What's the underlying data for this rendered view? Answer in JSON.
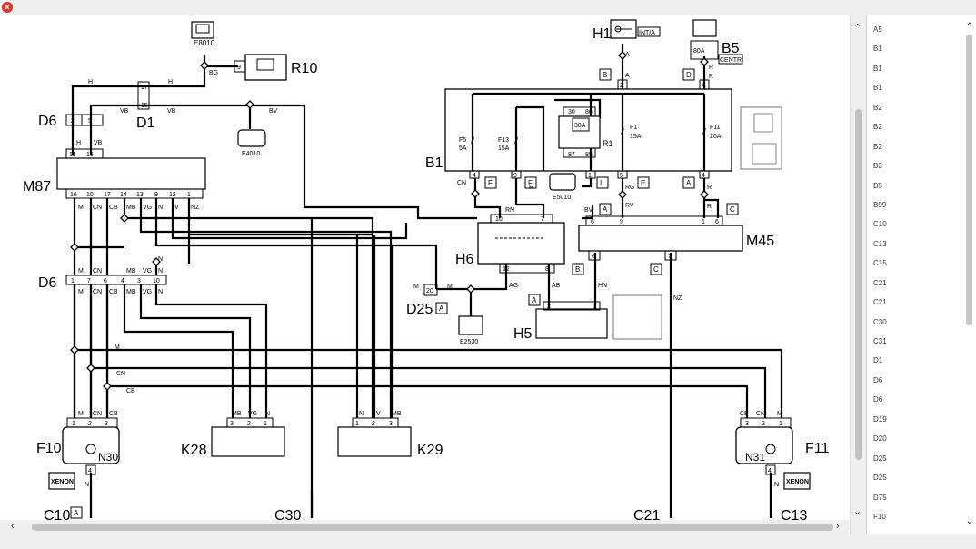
{
  "window": {
    "close_glyph": "×"
  },
  "labels": {
    "E8010": "E8010",
    "R10": "R10",
    "H1": "H1",
    "INTA": "INT/A",
    "B5": "B5",
    "CENTR": "CENTR",
    "A80": "80A",
    "D6a": "D6",
    "D1": "D1",
    "E4010": "E4010",
    "B1": "B1",
    "F5": "F5",
    "F5a": "5A",
    "F13": "F13",
    "F13a": "15A",
    "A30": "30A",
    "R1": "R1",
    "F1": "F1",
    "F1a": "15A",
    "F11": "F11",
    "F11a": "20A",
    "E5010": "E5010",
    "M87": "M87",
    "H6": "H6",
    "M45": "M45",
    "D6b": "D6",
    "D25": "D25",
    "E2530": "E2530",
    "H5": "H5",
    "F10": "F10",
    "N30": "N30",
    "K28": "K28",
    "K29": "K29",
    "F11b": "F11",
    "N31": "N31",
    "XENON": "XENON",
    "C10": "C10",
    "C30": "C30",
    "C21": "C21",
    "C13": "C13"
  },
  "wire_codes": {
    "H": "H",
    "VB": "VB",
    "BG": "BG",
    "BV": "BV",
    "A": "A",
    "R": "R",
    "CN": "CN",
    "RN": "RN",
    "RG": "RG",
    "RV": "RV",
    "M": "M",
    "CB": "CB",
    "MB": "MB",
    "VG": "VG",
    "N": "N",
    "V": "V",
    "NZ": "NZ",
    "AG": "AG",
    "AB": "AB",
    "HN": "HN"
  },
  "pins": {
    "p1": "1",
    "p2": "2",
    "p3": "3",
    "p4": "4",
    "p5": "5",
    "p6": "6",
    "p7": "7",
    "p8": "8",
    "p9": "9",
    "p10": "10",
    "p11": "11",
    "p12": "12",
    "p13": "13",
    "p14": "14",
    "p15": "15",
    "p16": "16",
    "p17": "17",
    "p20": "20",
    "p30": "30",
    "p85": "85",
    "p86": "86",
    "p87": "87"
  },
  "boxes": {
    "A": "A",
    "B": "B",
    "C": "C",
    "D": "D",
    "E": "E",
    "F": "F",
    "I": "I"
  },
  "sidebar": {
    "items": [
      "A5",
      "B1",
      "B1",
      "B1",
      "B2",
      "B2",
      "B2",
      "B3",
      "B5",
      "B99",
      "C10",
      "C13",
      "C15",
      "C21",
      "C21",
      "C30",
      "C31",
      "D1",
      "D6",
      "D6",
      "D19",
      "D20",
      "D25",
      "D25",
      "D75",
      "F10"
    ]
  }
}
